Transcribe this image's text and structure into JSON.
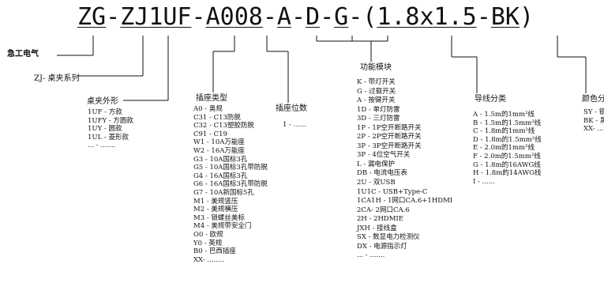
{
  "model_code": {
    "tokens": [
      "ZG",
      "-",
      "ZJ",
      "1UF",
      "-",
      "A0",
      "08",
      "-",
      "A",
      "-",
      "D",
      "-",
      "G",
      "-",
      "(",
      "1.8x1.5",
      "-",
      "BK",
      ")"
    ]
  },
  "brand": {
    "label": "急工电气"
  },
  "series": {
    "label": "ZJ- 桌夹系列"
  },
  "shape": {
    "title": "桌夹外形",
    "items": [
      "1UF - 方款",
      "1UFY - 方圆款",
      "1UY - 圆款",
      "1UL - 菱形款",
      "... - ......."
    ]
  },
  "socket_type": {
    "title": "插座类型",
    "items": [
      "A0 - 奥规",
      "C31 - C13防脱",
      "C32 - C13塑胶防脱",
      "C91 - C19",
      "W1 - 10A万能座",
      "W2 - 16A万能座",
      "G3 - 10A国标3孔",
      "G5 - 10A国标3孔带防脱",
      "G4 - 16A国标3孔",
      "G6 - 16A国标3孔带防脱",
      "G7 - 10A新国标5孔",
      "M1 - 美规竖压",
      "M2 - 美规横压",
      "M3 - 锁螺丝美标",
      "M4 - 美规带安全门",
      "O0 - 欧规",
      "Y0 - 英规",
      "B0 - 巴西插座",
      "XX- ........"
    ]
  },
  "socket_count": {
    "title": "插座位数",
    "items": [
      "1 - ......"
    ]
  },
  "function_module": {
    "title": "功能模块",
    "items": [
      "K - 带灯开关",
      "G - 过载开关",
      "A - 按键开关",
      "1D - 单灯防雷",
      "3D - 三灯防雷",
      "1P - 1P空开断路开关",
      "2P - 2P空开断路开关",
      "3P - 3P空开断路开关",
      "3P - 4位空气开关",
      "L - 漏电保护",
      "DB - 电流电压表",
      "2U - 双USB",
      "1U1C - USB+Type-C",
      "1CA1H - 1网口CA.6+1HDMI",
      "2CA- 2网口CA.6",
      "2H - 2HDMIE",
      "JXH - 接线盒",
      "SX - 数显电力检测仪",
      "DX - 电源指示灯",
      "... - ......."
    ]
  },
  "cable_class": {
    "title": "导线分类",
    "items": [
      "A - 1.5m的1mm²线",
      "B - 1.5m的1.5mm²线",
      "C - 1.8m的1mm²线",
      "D - 1.8m的1.5mm²线",
      "E - 2.0m的1mm²线",
      "F - 2.0m的1.5mm²线",
      "G - 1.8m的16AWG线",
      "H - 1.8m的14AWG线",
      "I - ......"
    ]
  },
  "color_class": {
    "title": "颜色分",
    "items": [
      "SY - 银",
      "BK - 黑",
      "XX- ..."
    ]
  }
}
